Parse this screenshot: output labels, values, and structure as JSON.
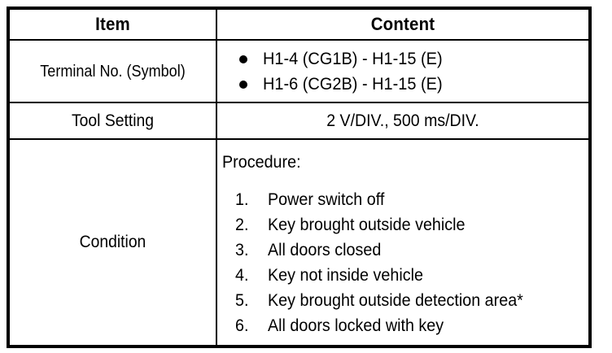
{
  "table": {
    "headers": {
      "item": "Item",
      "content": "Content"
    },
    "rows": [
      {
        "label": "Terminal No. (Symbol)",
        "type": "bullets",
        "bullets": [
          "H1-4 (CG1B) - H1-15 (E)",
          "H1-6 (CG2B) - H1-15 (E)"
        ]
      },
      {
        "label": "Tool Setting",
        "type": "text",
        "value": "2 V/DIV., 500 ms/DIV."
      },
      {
        "label": "Condition",
        "type": "procedure",
        "procedure_title": "Procedure:",
        "steps": [
          {
            "num": "1.",
            "text": "Power switch off"
          },
          {
            "num": "2.",
            "text": "Key brought outside vehicle"
          },
          {
            "num": "3.",
            "text": "All doors closed"
          },
          {
            "num": "4.",
            "text": "Key not inside vehicle"
          },
          {
            "num": "5.",
            "text": "Key brought outside detection area*"
          },
          {
            "num": "6.",
            "text": "All doors locked with key"
          }
        ]
      }
    ]
  },
  "colors": {
    "border": "#000000",
    "text": "#000000",
    "background": "#ffffff"
  }
}
